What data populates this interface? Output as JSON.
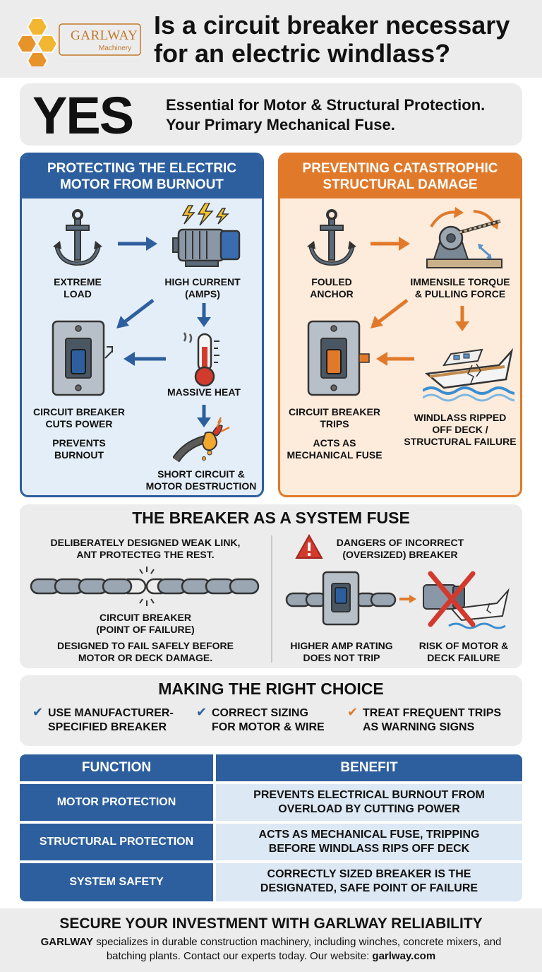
{
  "header": {
    "logo_name": "GARLWAY",
    "logo_sub": "Machinery",
    "title_line1": "Is a circuit breaker necessary",
    "title_line2": "for an electric windlass?"
  },
  "yes_banner": {
    "word": "YES",
    "line1": "Essential for Motor & Structural Protection.",
    "line2": "Your Primary Mechanical Fuse."
  },
  "panel_motor": {
    "title_line1": "PROTECTING THE ELECTRIC",
    "title_line2": "MOTOR FROM BURNOUT",
    "extreme_load": [
      "EXTREME",
      "LOAD"
    ],
    "high_current": [
      "HIGH CURRENT",
      "(AMPS)"
    ],
    "massive_heat": "MASSIVE HEAT",
    "breaker": [
      "CIRCUIT BREAKER",
      "CUTS POWER"
    ],
    "prevents": [
      "PREVENTS",
      "BURNOUT"
    ],
    "short_circuit": [
      "SHORT CIRCUIT &",
      "MOTOR DESTRUCTION"
    ]
  },
  "panel_structure": {
    "title_line1": "PREVENTING CATASTROPHIC",
    "title_line2": "STRUCTURAL DAMAGE",
    "fouled_anchor": [
      "FOULED",
      "ANCHOR"
    ],
    "torque": [
      "IMMENSILE TORQUE",
      "& PULLING FORCE"
    ],
    "breaker": [
      "CIRCUIT BREAKER",
      "TRIPS"
    ],
    "acts_as": [
      "ACTS AS",
      "MECHANICAL FUSE"
    ],
    "ripped": [
      "WINDLASS RIPPED",
      "OFF DECK /",
      "STRUCTURAL FAILURE"
    ]
  },
  "fuse_section": {
    "title": "THE BREAKER AS A SYSTEM FUSE",
    "left_head": [
      "DELIBERATELY DESIGNED WEAK LINK,",
      "ANT PROTECTEG THE REST."
    ],
    "left_point": [
      "CIRCUIT BREAKER",
      "(POINT OF FAILURE)"
    ],
    "left_foot": [
      "DESIGNED TO FAIL SAFELY BEFORE",
      "MOTOR OR DECK DAMAGE."
    ],
    "right_head": [
      "DANGERS OF INCORRECT",
      "(OVERSIZED) BREAKER"
    ],
    "right_left": [
      "HIGHER AMP RATING",
      "DOES NOT TRIP"
    ],
    "right_right": [
      "RISK OF MOTOR &",
      "DECK FAILURE"
    ]
  },
  "choice": {
    "title": "MAKING THE RIGHT CHOICE",
    "items": [
      {
        "line1": "USE MANUFACTURER-",
        "line2": "SPECIFIED BREAKER",
        "color": "#2d5f9e"
      },
      {
        "line1": "CORRECT SIZING",
        "line2": "FOR MOTOR & WIRE",
        "color": "#2d5f9e"
      },
      {
        "line1": "TREAT FREQUENT TRIPS",
        "line2": "AS WARNING SIGNS",
        "color": "#e07a2a"
      }
    ]
  },
  "table": {
    "headers": [
      "FUNCTION",
      "BENEFIT"
    ],
    "rows": [
      {
        "function": "MOTOR PROTECTION",
        "benefit1": "PREVENTS ELECTRICAL BURNOUT FROM",
        "benefit2": "OVERLOAD BY CUTTING POWER"
      },
      {
        "function": "STRUCTURAL PROTECTION",
        "benefit1": "ACTS AS MECHANICAL FUSE, TRIPPING",
        "benefit2": "BEFORE WINDLASS RIPS OFF DECK"
      },
      {
        "function": "SYSTEM SAFETY",
        "benefit1": "CORRECTLY SIZED BREAKER IS THE",
        "benefit2": "DESIGNATED, SAFE POINT OF FAILURE"
      }
    ]
  },
  "footer": {
    "title": "SECURE YOUR INVESTMENT WITH GARLWAY RELIABILITY",
    "brand": "GARLWAY",
    "text": " specializes in durable construction machinery, including winches, concrete mixers, and batching plants. Contact our experts today. Our website: ",
    "website": "garlway.com"
  },
  "colors": {
    "blue": "#2d5f9e",
    "orange": "#e07a2a",
    "red": "#d23a2e",
    "grey_bg": "#ececec"
  },
  "icons": [
    "anchor-icon",
    "motor-icon",
    "lightning-icon",
    "thermometer-icon",
    "burnt-wire-icon",
    "circuit-breaker-icon",
    "windlass-icon",
    "damaged-boat-icon",
    "chain-icon",
    "warning-icon",
    "red-x-icon",
    "check-icon"
  ]
}
